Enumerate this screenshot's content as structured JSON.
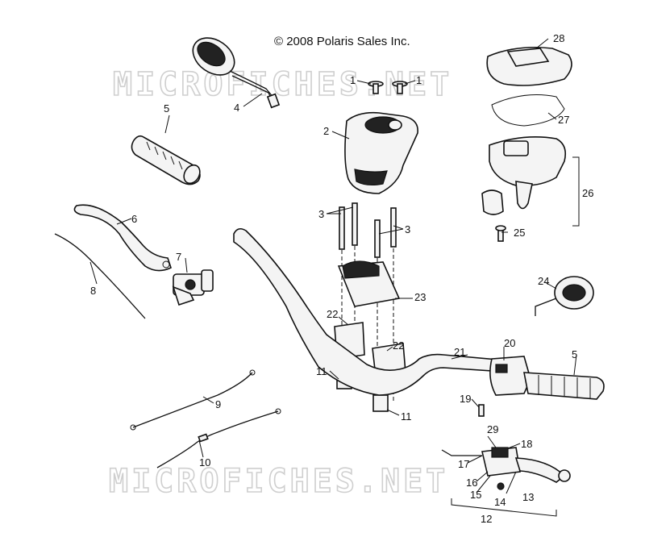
{
  "copyright": "© 2008 Polaris Sales Inc.",
  "watermark": "MICROFICHES.NET",
  "callouts": {
    "c1a": "1",
    "c1b": "1",
    "c2": "2",
    "c3a": "3",
    "c3b": "3",
    "c4": "4",
    "c5a": "5",
    "c5b": "5",
    "c6": "6",
    "c7": "7",
    "c8": "8",
    "c9": "9",
    "c10": "10",
    "c11a": "11",
    "c11b": "11",
    "c12": "12",
    "c13": "13",
    "c14": "14",
    "c15": "15",
    "c16": "16",
    "c17": "17",
    "c18": "18",
    "c19": "19",
    "c20": "20",
    "c21": "21",
    "c22a": "22",
    "c22b": "22",
    "c23": "23",
    "c24": "24",
    "c25": "25",
    "c26": "26",
    "c27": "27",
    "c28": "28",
    "c29": "29"
  }
}
